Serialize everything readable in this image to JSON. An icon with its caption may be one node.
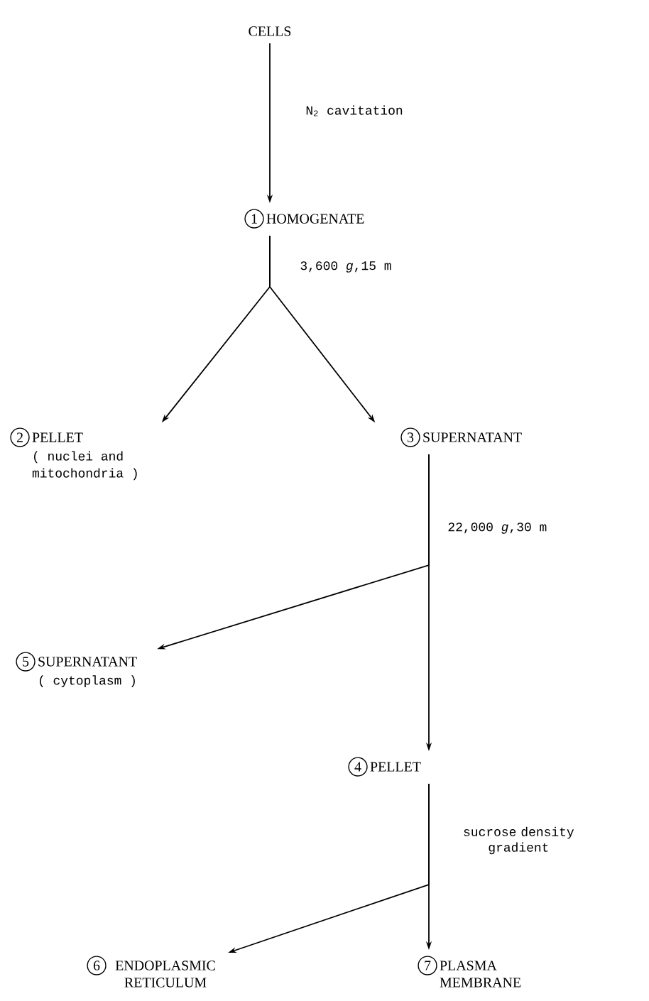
{
  "diagram": {
    "nodes": [
      {
        "text": [
          "CELLS"
        ]
      },
      {
        "text": [
          "1",
          "HOMOGENATE"
        ]
      },
      {
        "text": [
          "2",
          "PELLET",
          "( nuclei and mitochondria )"
        ]
      },
      {
        "text": [
          "3",
          "SUPERNATANT"
        ]
      },
      {
        "text": [
          "5",
          "SUPERNATANT",
          "( cytoplasm )"
        ]
      },
      {
        "text": [
          "4",
          "PELLET"
        ]
      },
      {
        "text": [
          "6",
          "ENDOPLASMIC RETICULUM"
        ]
      },
      {
        "text": [
          "7",
          "PLASMA MEMBRANE"
        ]
      }
    ],
    "edges": [
      {
        "from": 0,
        "to": 1,
        "arrow": "to",
        "label": "N$_{2}$ cavitation"
      },
      {
        "from": 1,
        "to": 2,
        "arrow": "to"
      },
      {
        "from": 1,
        "to": 3,
        "arrow": "to",
        "label": "3,600 *g*,15 m"
      },
      {
        "from": 3,
        "to": 5,
        "arrow": "to",
        "label": "22,000 *g*,30 m"
      },
      {
        "from": 3,
        "to": 4,
        "arrow": "to"
      },
      {
        "from": 5,
        "to": 7,
        "arrow": "to",
        "label": "sucrose density gradient"
      },
      {
        "from": 5,
        "to": 6,
        "arrow": "to"
      }
    ]
  }
}
